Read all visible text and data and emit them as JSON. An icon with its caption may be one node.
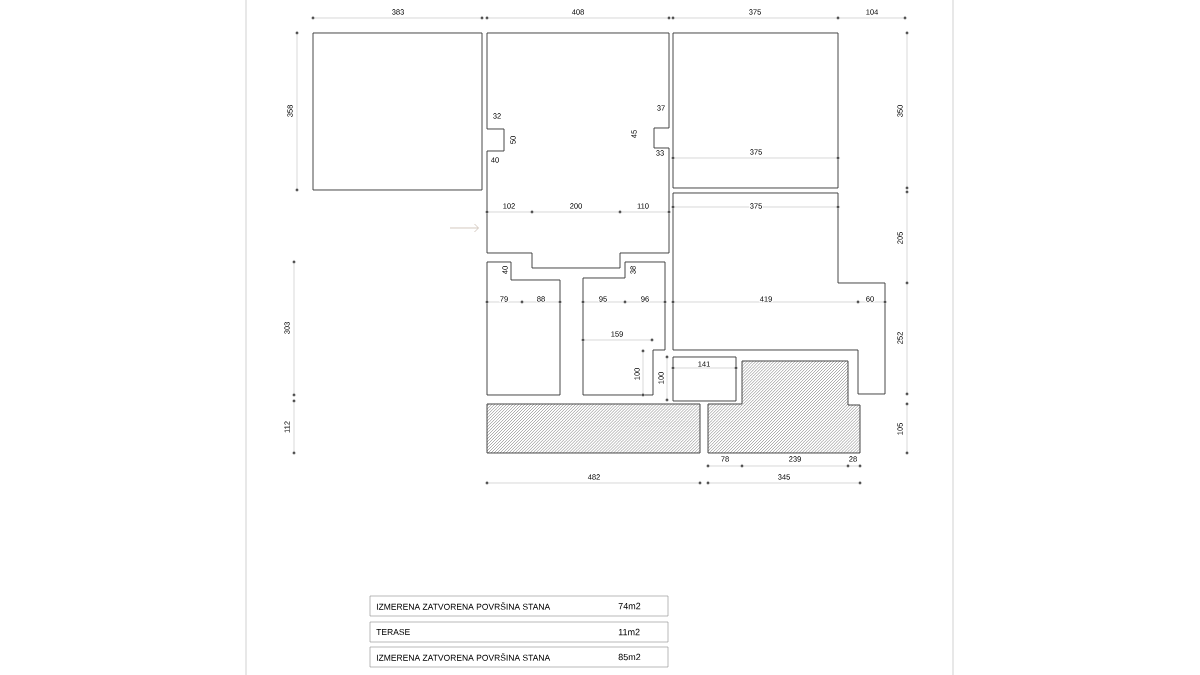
{
  "diagram": {
    "nodes": [
      {
        "text": [
          "IZMERENA ZATVORENA POVRŠINA STANA",
          "74m2"
        ]
      },
      {
        "text": [
          "TERASE",
          "11m2"
        ]
      },
      {
        "text": [
          "IZMERENA ZATVORENA POVRŠINA STANA",
          "85m2"
        ]
      }
    ],
    "labels": [
      "383",
      "408",
      "375",
      "104",
      "358",
      "350",
      "32",
      "37",
      "50",
      "45",
      "40",
      "33",
      "375",
      "102",
      "200",
      "110",
      "375",
      "205",
      "40",
      "38",
      "303",
      "79",
      "88",
      "95",
      "96",
      "419",
      "60",
      "252",
      "159",
      "141",
      "100",
      "100",
      "112",
      "105",
      "78",
      "239",
      "28",
      "482",
      "345"
    ]
  }
}
